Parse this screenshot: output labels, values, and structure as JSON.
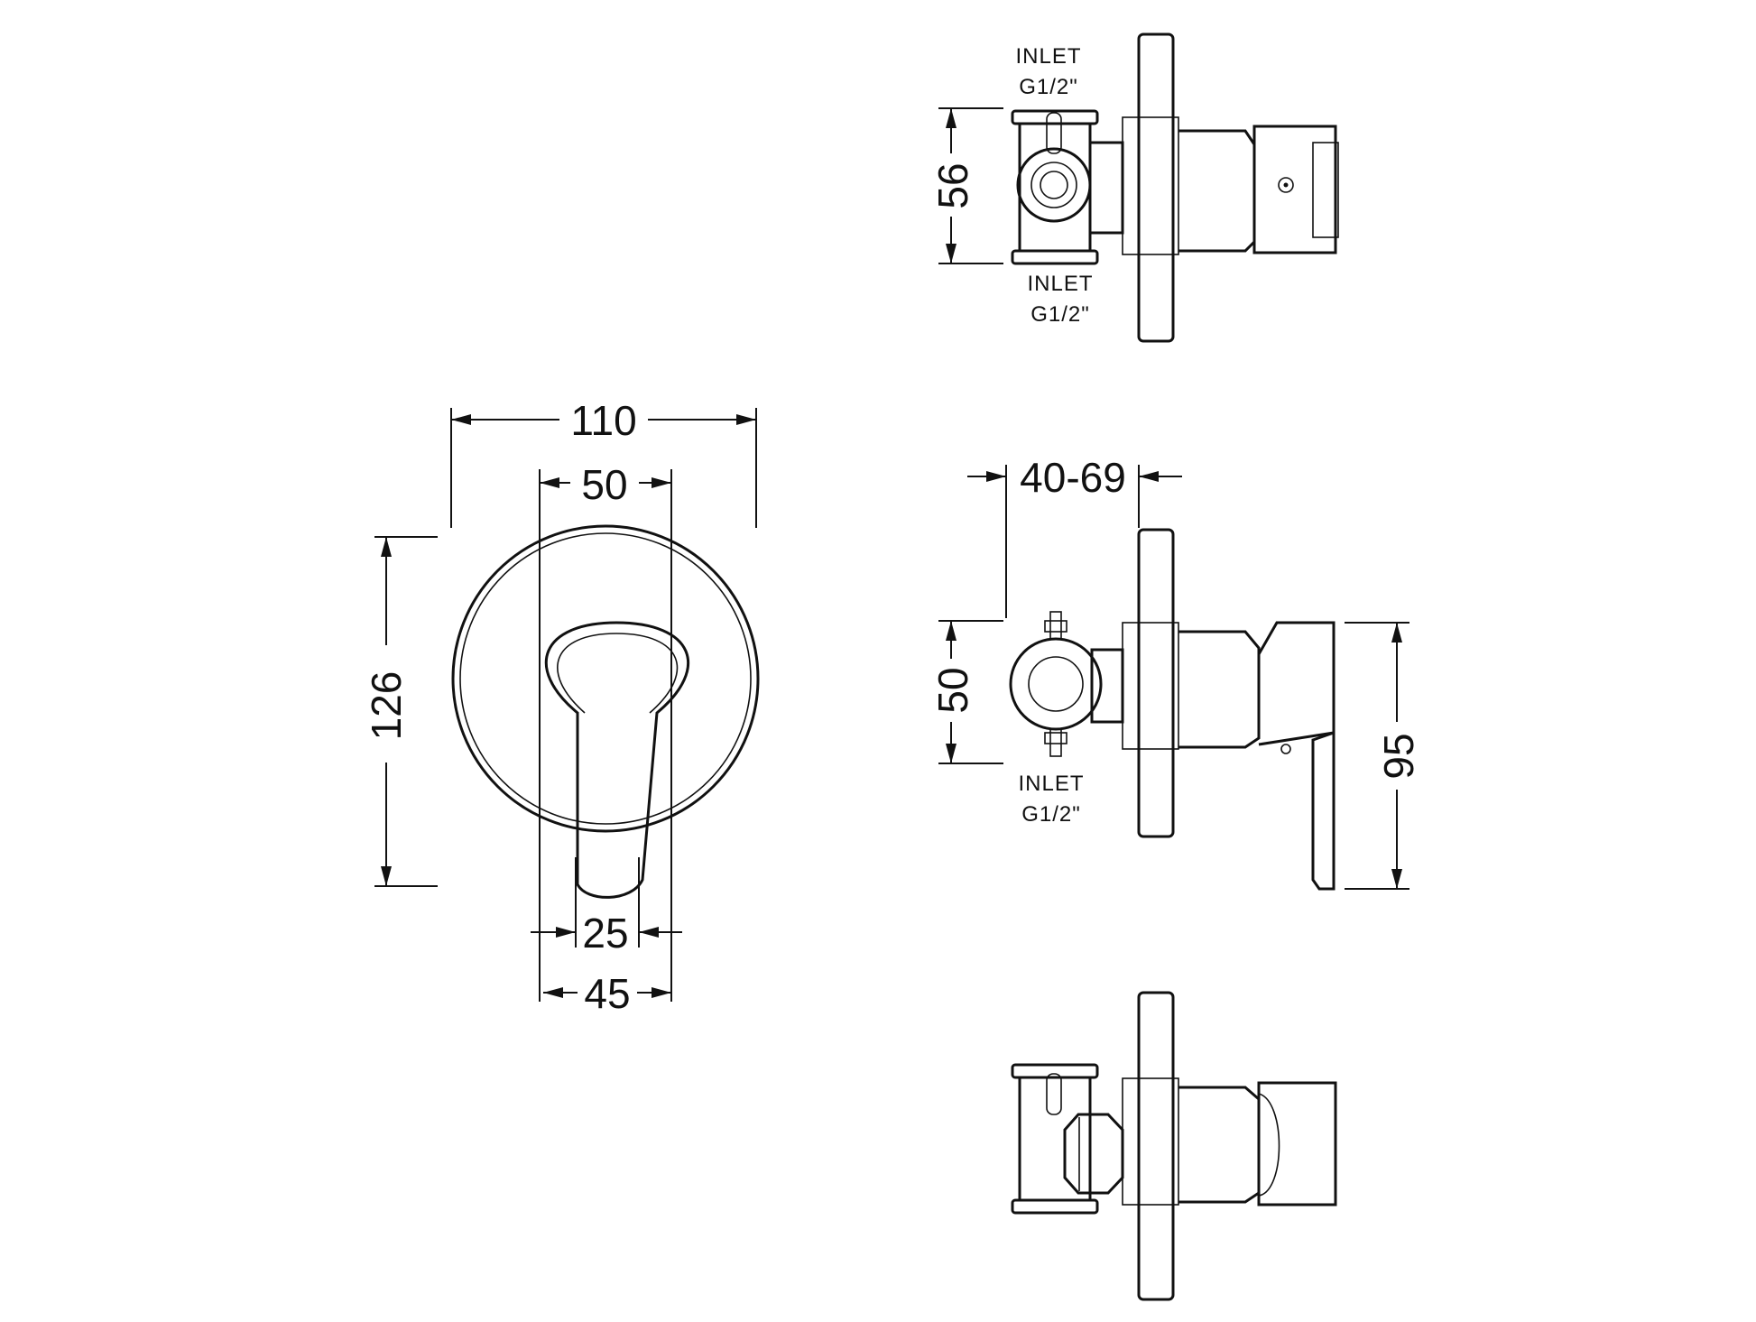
{
  "dimensions": {
    "front_width": "110",
    "front_inner_width": "50",
    "front_height": "126",
    "lever_width": "25",
    "lever_bottom_width": "45",
    "wall_depth": "40-69",
    "side_height": "50",
    "side_lever_height": "95",
    "top_height": "56"
  },
  "labels": {
    "inlet": "INLET",
    "thread": "G1/2\""
  }
}
